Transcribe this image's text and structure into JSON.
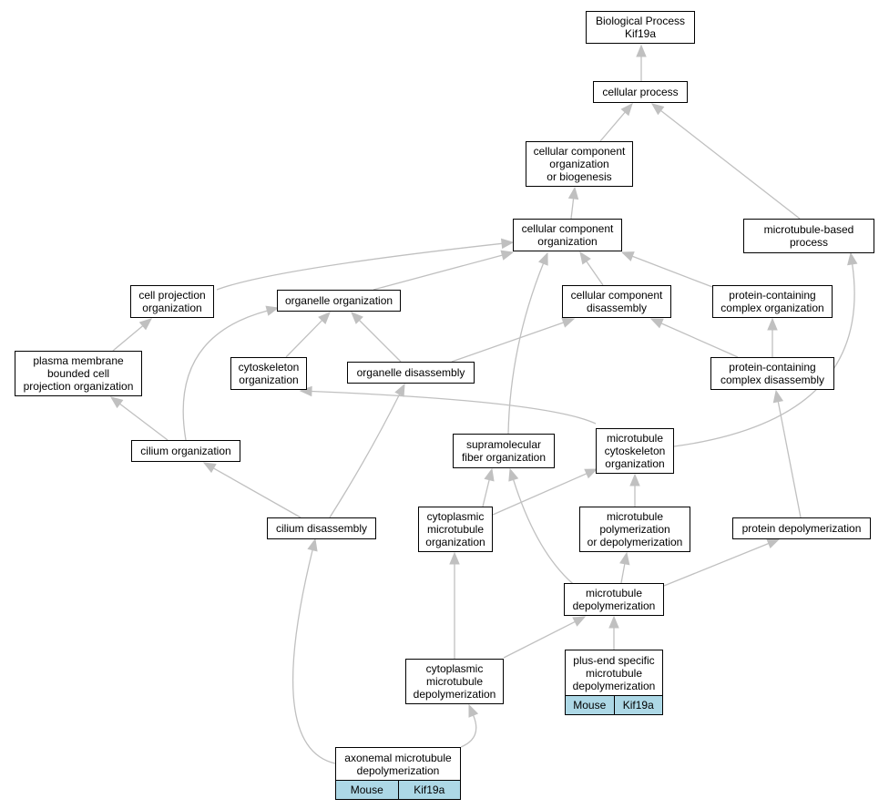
{
  "nodes": [
    {
      "id": "bp",
      "lines": [
        "Biological Process",
        "Kif19a"
      ]
    },
    {
      "id": "cp",
      "lines": [
        "cellular process"
      ]
    },
    {
      "id": "ccob",
      "lines": [
        "cellular component",
        "organization",
        "or biogenesis"
      ]
    },
    {
      "id": "cco",
      "lines": [
        "cellular component",
        "organization"
      ]
    },
    {
      "id": "mbp",
      "lines": [
        "microtubule-based",
        "process"
      ]
    },
    {
      "id": "cpo",
      "lines": [
        "cell projection",
        "organization"
      ]
    },
    {
      "id": "oo",
      "lines": [
        "organelle organization"
      ]
    },
    {
      "id": "ccd",
      "lines": [
        "cellular component",
        "disassembly"
      ]
    },
    {
      "id": "pcco",
      "lines": [
        "protein-containing",
        "complex organization"
      ]
    },
    {
      "id": "pmbcpo",
      "lines": [
        "plasma membrane",
        "bounded cell",
        "projection organization"
      ]
    },
    {
      "id": "cyto",
      "lines": [
        "cytoskeleton",
        "organization"
      ]
    },
    {
      "id": "od",
      "lines": [
        "organelle disassembly"
      ]
    },
    {
      "id": "pccd",
      "lines": [
        "protein-containing",
        "complex disassembly"
      ]
    },
    {
      "id": "cilo",
      "lines": [
        "cilium organization"
      ]
    },
    {
      "id": "sfo",
      "lines": [
        "supramolecular",
        "fiber organization"
      ]
    },
    {
      "id": "mco",
      "lines": [
        "microtubule",
        "cytoskeleton",
        "organization"
      ]
    },
    {
      "id": "cild",
      "lines": [
        "cilium disassembly"
      ]
    },
    {
      "id": "cmo",
      "lines": [
        "cytoplasmic",
        "microtubule",
        "organization"
      ]
    },
    {
      "id": "mpd",
      "lines": [
        "microtubule",
        "polymerization",
        "or depolymerization"
      ]
    },
    {
      "id": "pd",
      "lines": [
        "protein depolymerization"
      ]
    },
    {
      "id": "md",
      "lines": [
        "microtubule",
        "depolymerization"
      ]
    },
    {
      "id": "cmd",
      "lines": [
        "cytoplasmic",
        "microtubule",
        "depolymerization"
      ]
    },
    {
      "id": "pesmd",
      "lines": [
        "plus-end specific",
        "microtubule",
        "depolymerization"
      ],
      "tags": [
        "Mouse",
        "Kif19a"
      ]
    },
    {
      "id": "amd",
      "lines": [
        "axonemal microtubule",
        "depolymerization"
      ],
      "tags": [
        "Mouse",
        "Kif19a"
      ]
    }
  ],
  "edges": [
    [
      "cp",
      "bp"
    ],
    [
      "ccob",
      "cp"
    ],
    [
      "mbp",
      "cp"
    ],
    [
      "cco",
      "ccob"
    ],
    [
      "cpo",
      "cco"
    ],
    [
      "oo",
      "cco"
    ],
    [
      "ccd",
      "cco"
    ],
    [
      "pcco",
      "cco"
    ],
    [
      "sfo",
      "cco"
    ],
    [
      "pmbcpo",
      "cpo"
    ],
    [
      "cyto",
      "oo"
    ],
    [
      "od",
      "oo"
    ],
    [
      "cilo",
      "oo"
    ],
    [
      "od",
      "ccd"
    ],
    [
      "pccd",
      "ccd"
    ],
    [
      "pccd",
      "pcco"
    ],
    [
      "cilo",
      "pmbcpo"
    ],
    [
      "mco",
      "cyto"
    ],
    [
      "mco",
      "mbp"
    ],
    [
      "cild",
      "cilo"
    ],
    [
      "cild",
      "od"
    ],
    [
      "cmo",
      "sfo"
    ],
    [
      "cmo",
      "mco"
    ],
    [
      "mpd",
      "mco"
    ],
    [
      "md",
      "sfo"
    ],
    [
      "md",
      "mpd"
    ],
    [
      "md",
      "pd"
    ],
    [
      "pd",
      "pccd"
    ],
    [
      "cmd",
      "cmo"
    ],
    [
      "cmd",
      "md"
    ],
    [
      "pesmd",
      "md"
    ],
    [
      "amd",
      "cild"
    ],
    [
      "amd",
      "cmd"
    ]
  ],
  "colors": {
    "edge": "#c0c0c0",
    "tag_fill": "#add8e6"
  }
}
